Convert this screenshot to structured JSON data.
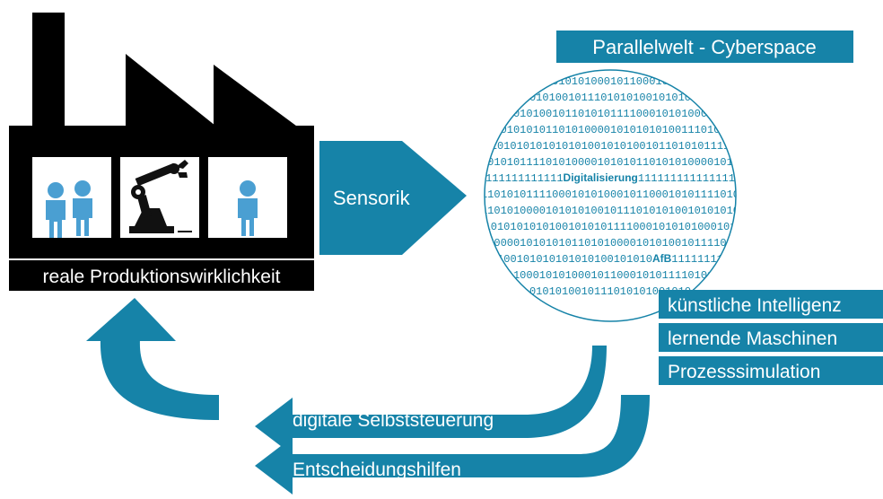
{
  "colors": {
    "accent": "#1683a8",
    "factory": "#000000",
    "background": "#ffffff"
  },
  "factory": {
    "caption": "reale Produktionswirklichkeit",
    "icons": [
      "workers-icon",
      "robot-arm-icon",
      "worker-icon"
    ]
  },
  "sensor_arrow": {
    "label": "Sensorik"
  },
  "cyberspace": {
    "title": "Parallelwelt - Cyberspace",
    "binary_lines": [
      "0101010100010110001010",
      "01010100101110101010010101010",
      "0101010010110101011110001010100010",
      "01010101011010100001010101010011101010",
      "00101010101010101001010100101101010111100",
      "10001010111101010000101010110101010000101010",
      "1111111111111[Digitalisierung]1111111111111111",
      "00110101011110001010100010110001010111101010",
      "10110101000010101010010111010101001010101011",
      "1010101010101001010101111000101010100010110",
      "101000010101010110101000010101001011110101",
      "1100101010101010100101010[AfB]111111111",
      "1110001010100010110001010111101010",
      "0101010010111010101001010"
    ],
    "highlight_words": [
      "Digitalisierung",
      "AfB"
    ]
  },
  "capabilities": [
    "künstliche Intelligenz",
    "lernende Maschinen",
    "Prozesssimulation"
  ],
  "feedback": [
    "digitale Selbststeuerung",
    "Entscheidungshilfen"
  ]
}
